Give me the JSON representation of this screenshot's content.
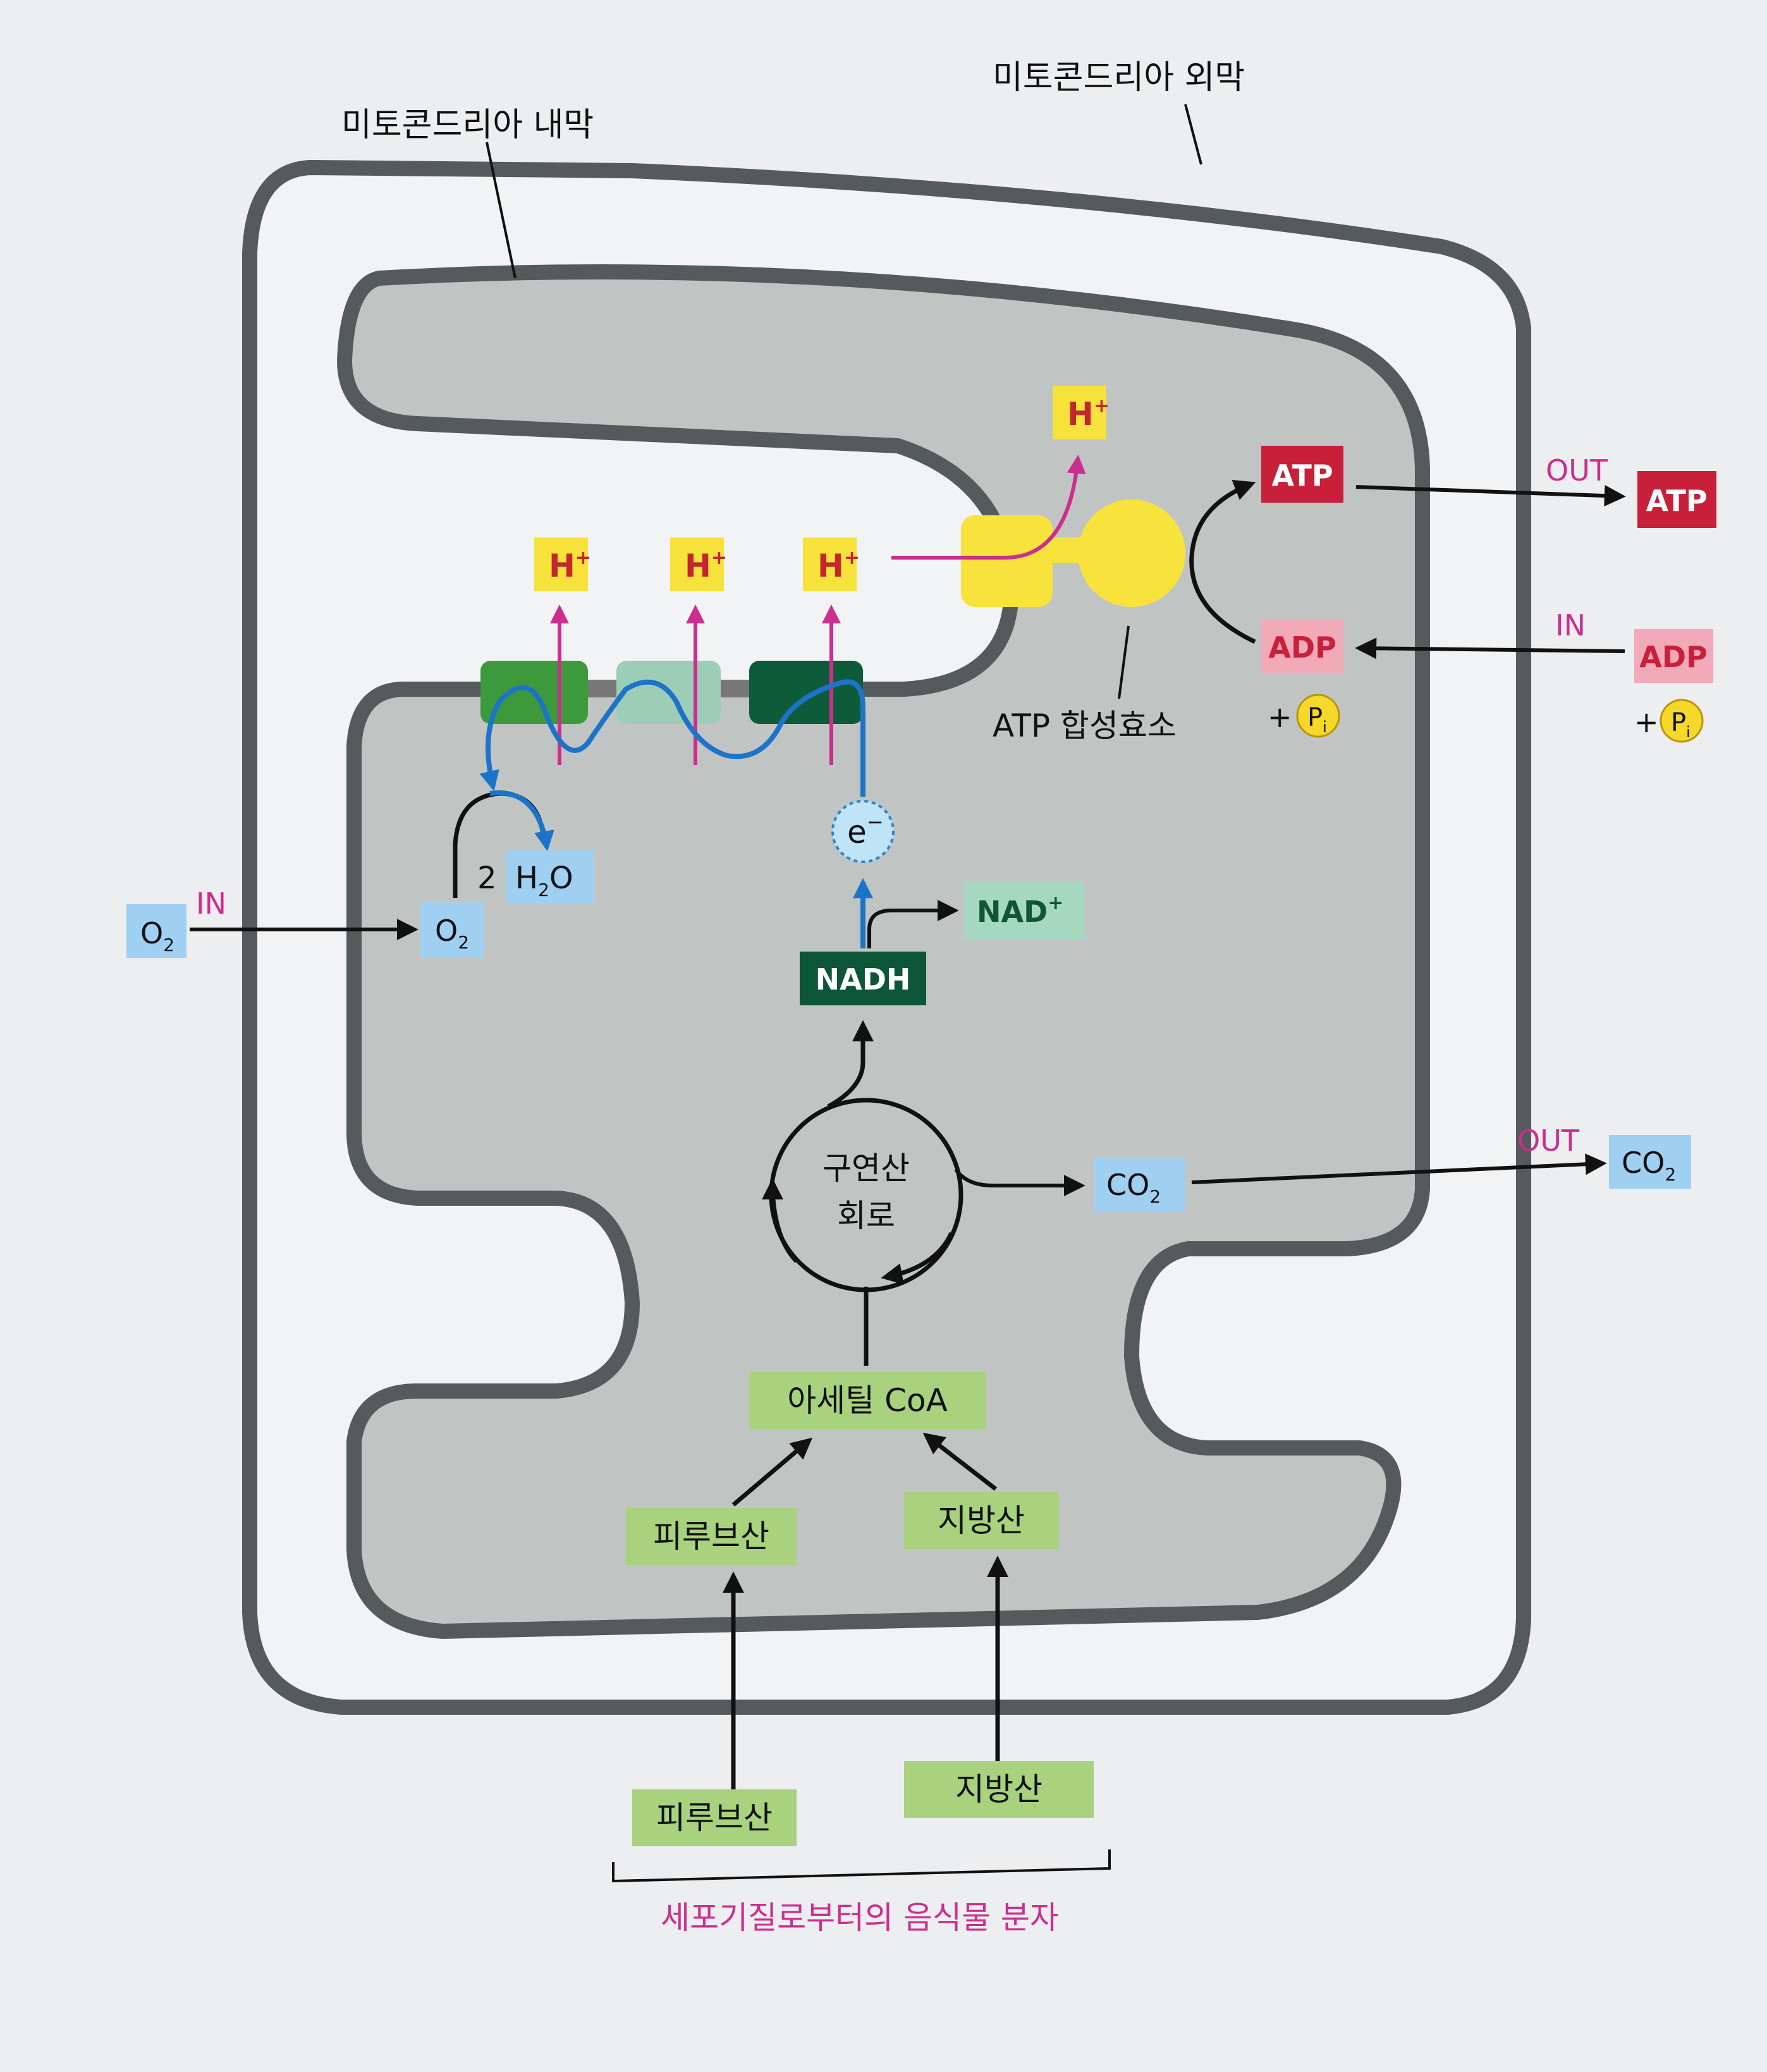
{
  "labels": {
    "outer_membrane": "미토콘드리아 외막",
    "inner_membrane": "미토콘드리아 내막",
    "atp_synthase": "ATP 합성효소",
    "citric_acid_cycle": [
      "구연산",
      "회로"
    ],
    "food_source": "세포기질로부터의 음식물 분자"
  },
  "proton": {
    "base": "H",
    "sup": "+"
  },
  "electron": {
    "base": "e",
    "sup": "−"
  },
  "molecules": {
    "atp": "ATP",
    "adp": "ADP",
    "plus": "+",
    "pi": {
      "base": "P",
      "sub": "i"
    },
    "nadh": "NADH",
    "nad": {
      "base": "NAD",
      "sup": "+"
    },
    "o2": {
      "base": "O",
      "sub": "2"
    },
    "co2": {
      "base": "CO",
      "sub": "2"
    },
    "water": {
      "coef": "2",
      "base": "H",
      "sub": "2",
      "tail": "O"
    },
    "acetyl_coa": "아세틸 CoA",
    "pyruvate": "피루브산",
    "fatty_acid": "지방산"
  },
  "transport": {
    "in": "IN",
    "out": "OUT"
  },
  "colors": {
    "proton_box": "#f6e23a",
    "proton_text": "#c1272d",
    "atp_box": "#c8203a",
    "adp_box": "#f2a9b8",
    "adp_text": "#c8203a",
    "gas_box": "#9fd0f2",
    "green_box": "#a9d27e",
    "nad_box": "#a6d8bf",
    "nadh_box": "#0d5637",
    "complex_1": "#3d9a3c",
    "complex_2": "#9ccdb6",
    "complex_3": "#0e5b3a",
    "magenta": "#cc2e8f",
    "electron_path": "#1c74c9",
    "synthase": "#f7e33b"
  }
}
